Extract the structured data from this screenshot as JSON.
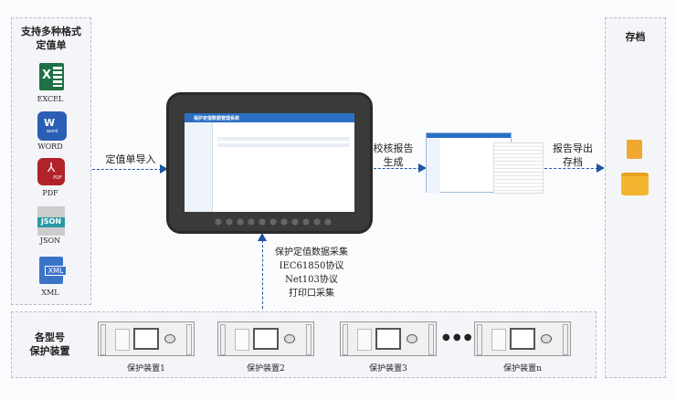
{
  "left_panel": {
    "title_line1": "支持多种格式",
    "title_line2": "定值单",
    "formats": [
      "EXCEL",
      "WORD",
      "PDF",
      "JSON",
      "XML"
    ]
  },
  "tablet": {
    "app_title": "保护定值数据管理系统"
  },
  "arrows": {
    "import": "定值单导入",
    "report_line1": "校核报告",
    "report_line2": "生成",
    "export_line1": "报告导出",
    "export_line2": "存档"
  },
  "collection": {
    "lines": [
      "保护定值数据采集",
      "IEC61850协议",
      "Net103协议",
      "打印口采集"
    ]
  },
  "archive": {
    "title": "存档"
  },
  "devices": {
    "title_line1": "各型号",
    "title_line2": "保护装置",
    "items": [
      "保护装置1",
      "保护装置2",
      "保护装置3",
      "保护装置n"
    ],
    "ellipsis": "● ● ●"
  },
  "colors": {
    "accent": "#1d56a0",
    "excel": "#1e7145",
    "word": "#2b5fb4",
    "pdf": "#b0232a",
    "json": "#2a9aa6",
    "xml": "#3b73c8",
    "folder": "#f3b52f"
  }
}
